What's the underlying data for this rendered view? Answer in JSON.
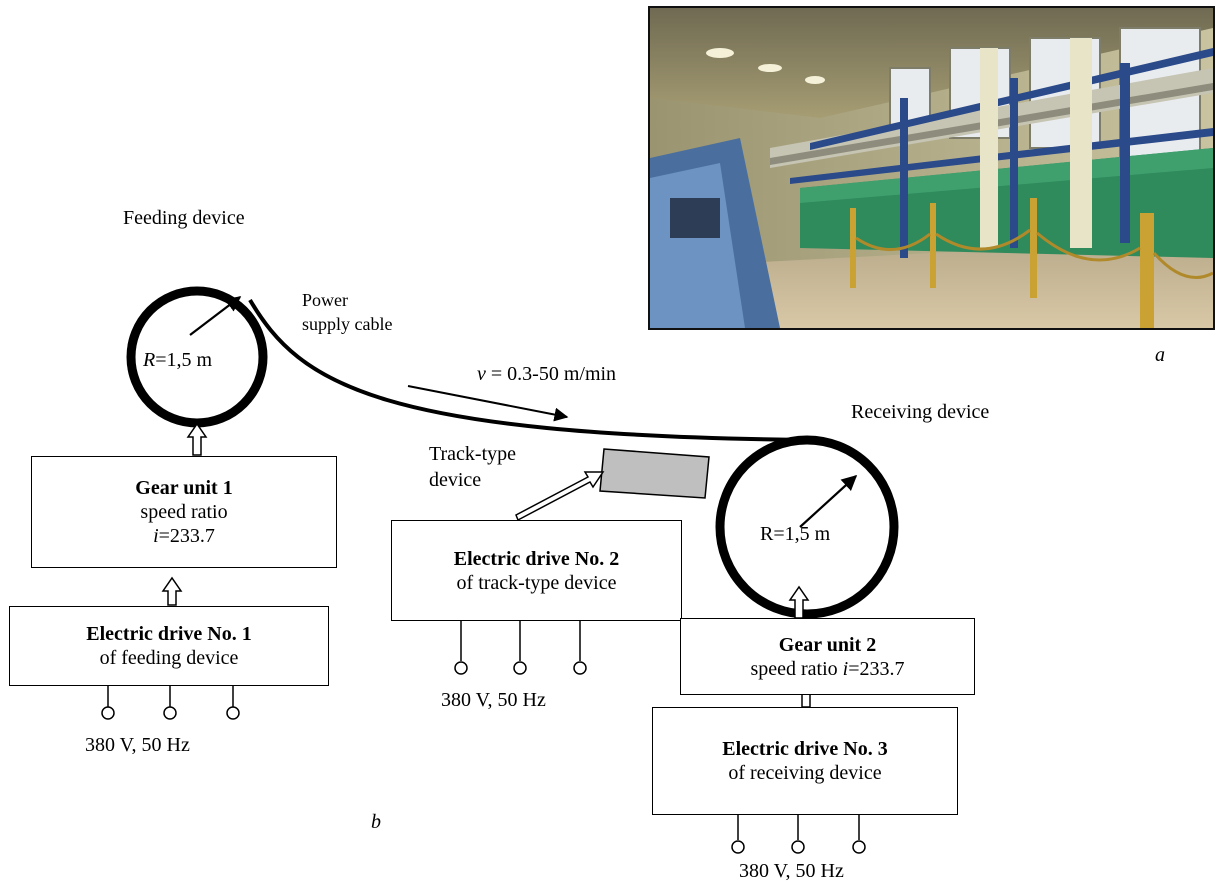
{
  "photo_label": "a",
  "diagram_label": "b",
  "feeding_device": "Feeding device",
  "receiving_device": "Receiving device",
  "power_cable": [
    "Power",
    "supply cable"
  ],
  "speed": {
    "symbol": "v",
    "value": " = 0.3-50 m/min"
  },
  "track_type_device": [
    "Track-type",
    "device"
  ],
  "drum_left_radius": {
    "symbol": "R",
    "value": "=1,5 m"
  },
  "drum_right_radius": "R=1,5 m",
  "gear_unit_1": {
    "title": "Gear unit  1",
    "line2": "speed ratio",
    "line3_sym": "i",
    "line3_val": "=233.7"
  },
  "drive_1": {
    "title": "Electric drive No. 1",
    "subtitle": "of feeding device",
    "supply": "380 V, 50 Hz"
  },
  "drive_2": {
    "title": "Electric drive No. 2",
    "subtitle": "of track-type device",
    "supply": "380 V, 50 Hz"
  },
  "gear_unit_2": {
    "title": "Gear unit  2",
    "line2_text": "speed ratio ",
    "line2_sym": "i",
    "line2_val": "=233.7"
  },
  "drive_3": {
    "title": "Electric drive No. 3",
    "subtitle": "of receiving device",
    "supply": "380 V, 50 Hz"
  }
}
